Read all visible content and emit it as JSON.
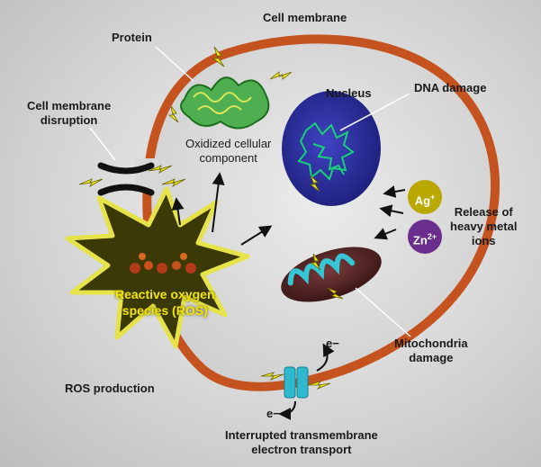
{
  "labels": {
    "cell_membrane": "Cell membrane",
    "protein": "Protein",
    "nucleus": "Nucleus",
    "dna_damage": "DNA damage",
    "membrane_disruption": [
      "Cell membrane",
      "disruption"
    ],
    "oxidized": [
      "Oxidized cellular",
      "component"
    ],
    "ros_core": [
      "Reactive oxygen",
      "species (ROS)"
    ],
    "ros_production": "ROS production",
    "release": [
      "Release of",
      "heavy metal",
      "ions"
    ],
    "mitochondria": [
      "Mitochondria",
      "damage"
    ],
    "transport": [
      "Interrupted transmembrane",
      "electron transport"
    ],
    "electron_top": "e−",
    "electron_bottom": "e−"
  },
  "ions": [
    {
      "element": "Ag",
      "charge": "+",
      "color": "#b9a800"
    },
    {
      "element": "Zn",
      "charge": "2+",
      "color": "#6a2e8c"
    }
  ],
  "colors": {
    "membrane": "#c4531f",
    "cytoplasm": "#dcdcdc",
    "nucleus": "#2e2f9e",
    "ros_star": "#3b3a06",
    "ros_glow": "#e6e34a",
    "lightning": "#f2ec1c"
  }
}
